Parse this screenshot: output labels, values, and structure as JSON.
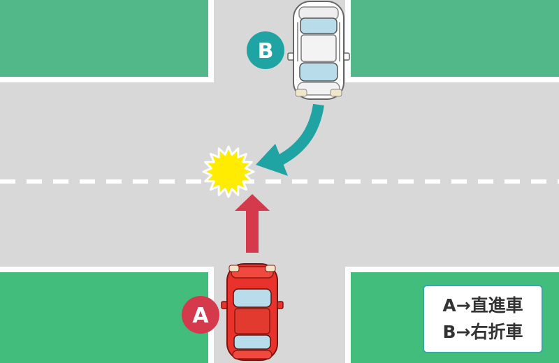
{
  "colors": {
    "road": "#d8d8d8",
    "curb": "#ffffff",
    "grass_top": "#52b88a",
    "grass_bottom": "#43bd7b",
    "lane_dash": "#ffffff",
    "car_a_body": "#e8322b",
    "car_b_body": "#ffffff",
    "arrow_a": "#d43a4b",
    "arrow_b": "#1fa3a3",
    "badge_a": "#d43a4b",
    "badge_b": "#1fa3a3",
    "collision": "#ffec00",
    "legend_border": "#36a9a5"
  },
  "vehicles": {
    "a": {
      "badge": "A",
      "icon": "car-icon",
      "movement": "straight"
    },
    "b": {
      "badge": "B",
      "icon": "car-icon",
      "movement": "right-turn"
    }
  },
  "collision": {
    "icon": "collision-burst-icon"
  },
  "legend": {
    "line_a": "A→直進車",
    "line_b": "B→右折車"
  }
}
